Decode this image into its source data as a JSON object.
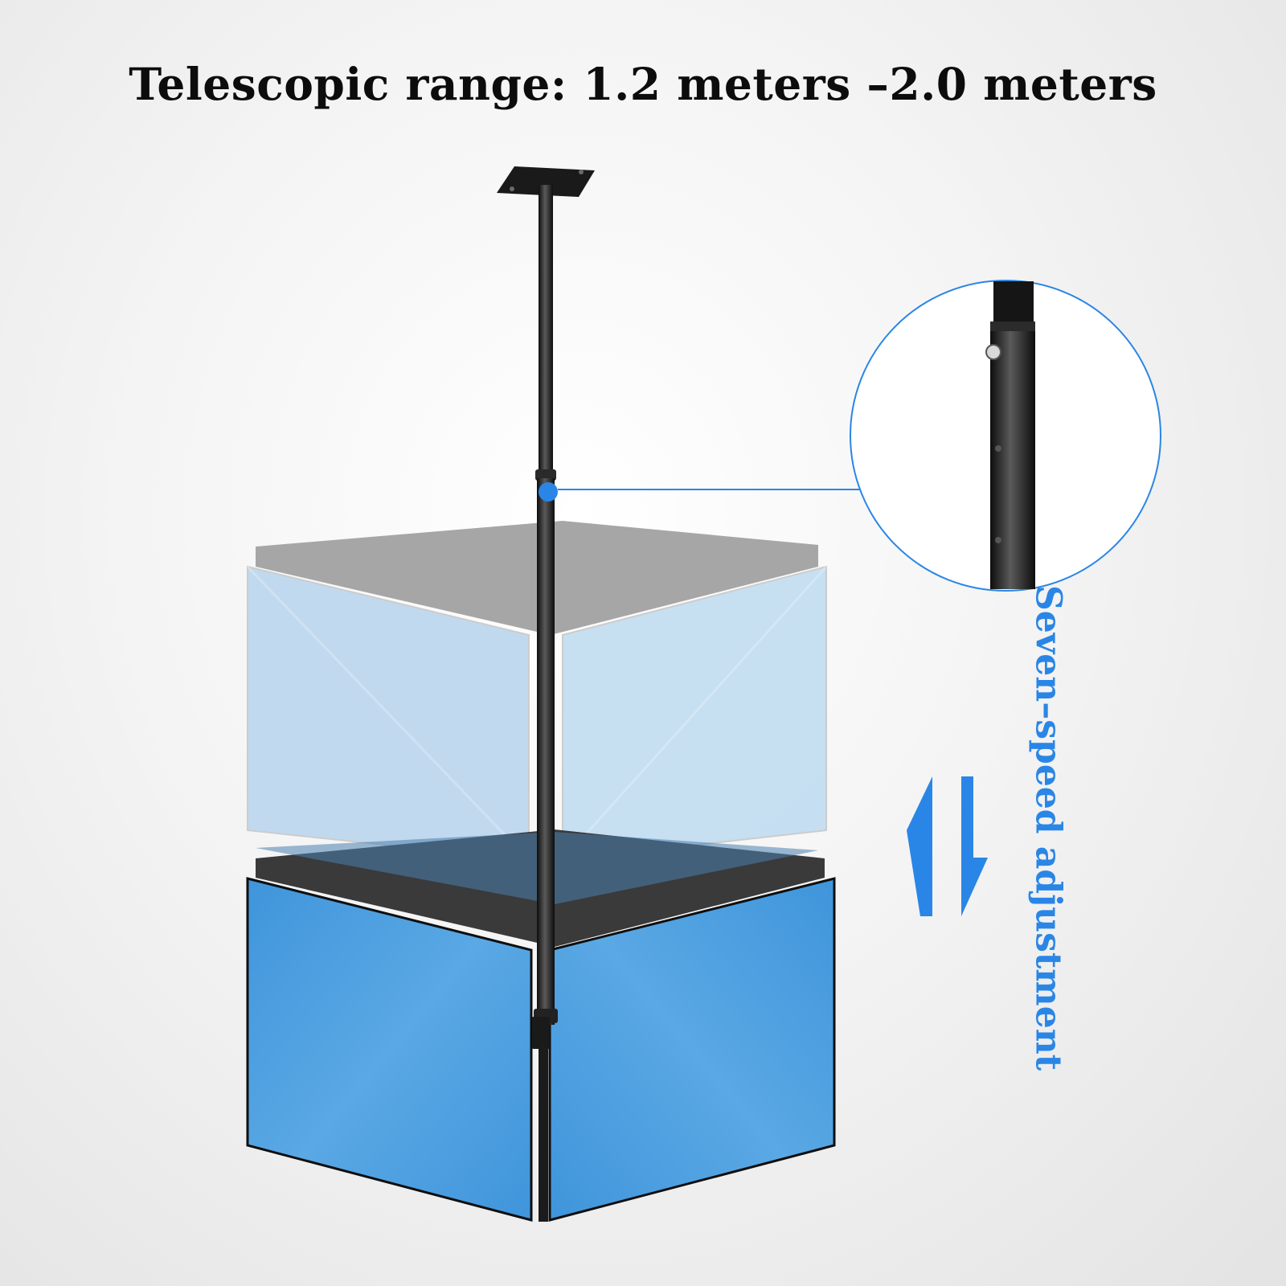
{
  "headline": "Telescopic range: 1.2 meters –2.0 meters",
  "side_caption": "Seven–speed adjustment",
  "colors": {
    "accent_blue": "#2a86e6",
    "screen_blue": "#4499dc",
    "screen_blue_light": "#bcd8ef",
    "pole_black": "#1b1b1b",
    "top_plate_gray": "#a6a6a6",
    "top_plate_dark": "#393939"
  },
  "icons": {
    "adjust_arrows": "up-down-arrows-icon",
    "detail_callout": "zoom-detail-circle",
    "marker": "blue-dot-marker"
  }
}
